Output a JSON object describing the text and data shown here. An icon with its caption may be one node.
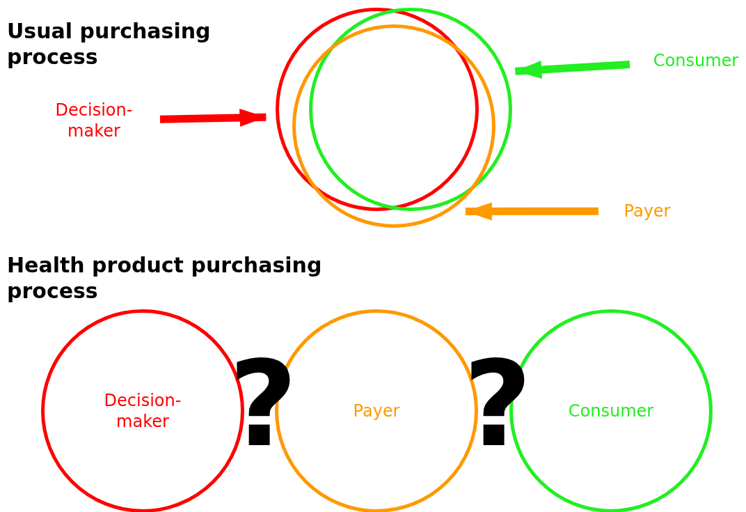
{
  "diagram": {
    "nodes": [
      {
        "text": [
          "Decision-maker"
        ]
      },
      {
        "text": [],
        "shape": "circle"
      },
      {
        "text": [],
        "shape": "circle"
      },
      {
        "text": [],
        "shape": "circle"
      },
      {
        "text": [
          "Consumer"
        ]
      },
      {
        "text": [
          "Payer"
        ]
      },
      {
        "text": [
          "Decision-maker"
        ]
      },
      {
        "text": [
          "Payer"
        ]
      },
      {
        "text": [
          "Consumer"
        ]
      }
    ],
    "edges": [
      {
        "from": 0,
        "to": 1,
        "arrow": "to",
        "color": "#ff0000"
      },
      {
        "from": 4,
        "to": 2,
        "arrow": "to",
        "color": "#22ee22"
      },
      {
        "from": 5,
        "to": 3,
        "arrow": "to",
        "color": "#ff9900"
      }
    ],
    "labels": [
      "Usual purchasing process",
      "Health product purchasing process",
      "?",
      "?"
    ]
  }
}
